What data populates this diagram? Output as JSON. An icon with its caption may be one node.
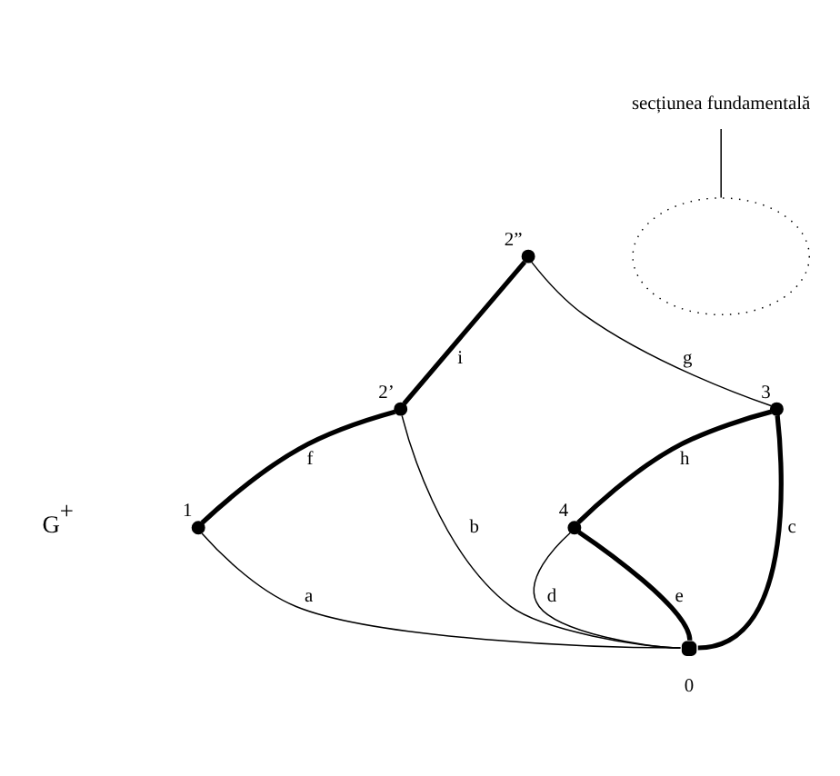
{
  "diagram": {
    "nodes": [
      {
        "text": [
          "secțiunea fundamentală"
        ]
      },
      {
        "text": [],
        "shape": "ellipse"
      },
      {
        "text": [],
        "shape": "circle",
        "beside": [
          "2”"
        ]
      },
      {
        "text": [],
        "shape": "circle",
        "beside": [
          "2’"
        ]
      },
      {
        "text": [],
        "shape": "circle",
        "beside": [
          "3"
        ]
      },
      {
        "text": [],
        "shape": "circle",
        "beside": [
          "1"
        ]
      },
      {
        "text": [],
        "shape": "circle",
        "beside": [
          "4"
        ]
      },
      {
        "text": [],
        "shape": "circle",
        "beside": [
          "0"
        ]
      }
    ],
    "edges": [
      {
        "from": 0,
        "to": 1,
        "arrow": "none"
      },
      {
        "from": 2,
        "to": 3,
        "arrow": "none",
        "label": "i",
        "style": "thick"
      },
      {
        "from": 2,
        "to": 4,
        "arrow": "none",
        "label": "g"
      },
      {
        "from": 3,
        "to": 5,
        "arrow": "none",
        "label": "f",
        "style": "thick"
      },
      {
        "from": 4,
        "to": 6,
        "arrow": "none",
        "label": "h",
        "style": "thick"
      },
      {
        "from": 5,
        "to": 7,
        "arrow": "none",
        "label": "a"
      },
      {
        "from": 3,
        "to": 7,
        "arrow": "none",
        "label": "b"
      },
      {
        "from": 4,
        "to": 7,
        "arrow": "none",
        "label": "c",
        "style": "thick"
      },
      {
        "from": 6,
        "to": 7,
        "arrow": "none",
        "label": "d"
      },
      {
        "from": 6,
        "to": 7,
        "arrow": "none",
        "label": "e",
        "style": "thick"
      }
    ],
    "labels": [
      "G$^{+}$"
    ]
  }
}
